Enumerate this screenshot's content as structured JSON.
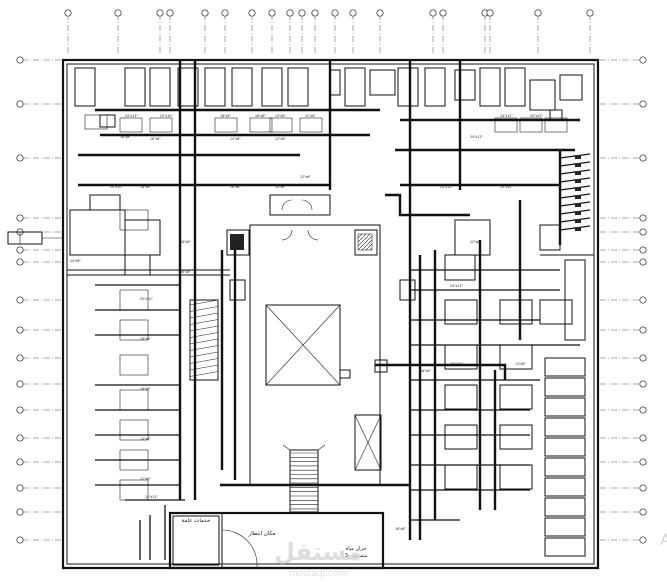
{
  "rooms": {
    "bottom_left": "خدمات عامة",
    "bottom_center": "مكان انتظار",
    "bottom_right_1": "خزان مياه",
    "bottom_right_2": "منسوب -3"
  },
  "watermark": {
    "brand": "مستقل",
    "sub": "mostaql.com",
    "edge": "A"
  },
  "duct_sizes": [
    "24\"x12\"",
    "20\"x10\"",
    "18\"x8\"",
    "16\"x8\"",
    "14\"x6\"",
    "12\"x6\""
  ],
  "colors": {
    "ink": "#111111",
    "paper": "#ffffff",
    "watermark": "#d8d8d8"
  }
}
